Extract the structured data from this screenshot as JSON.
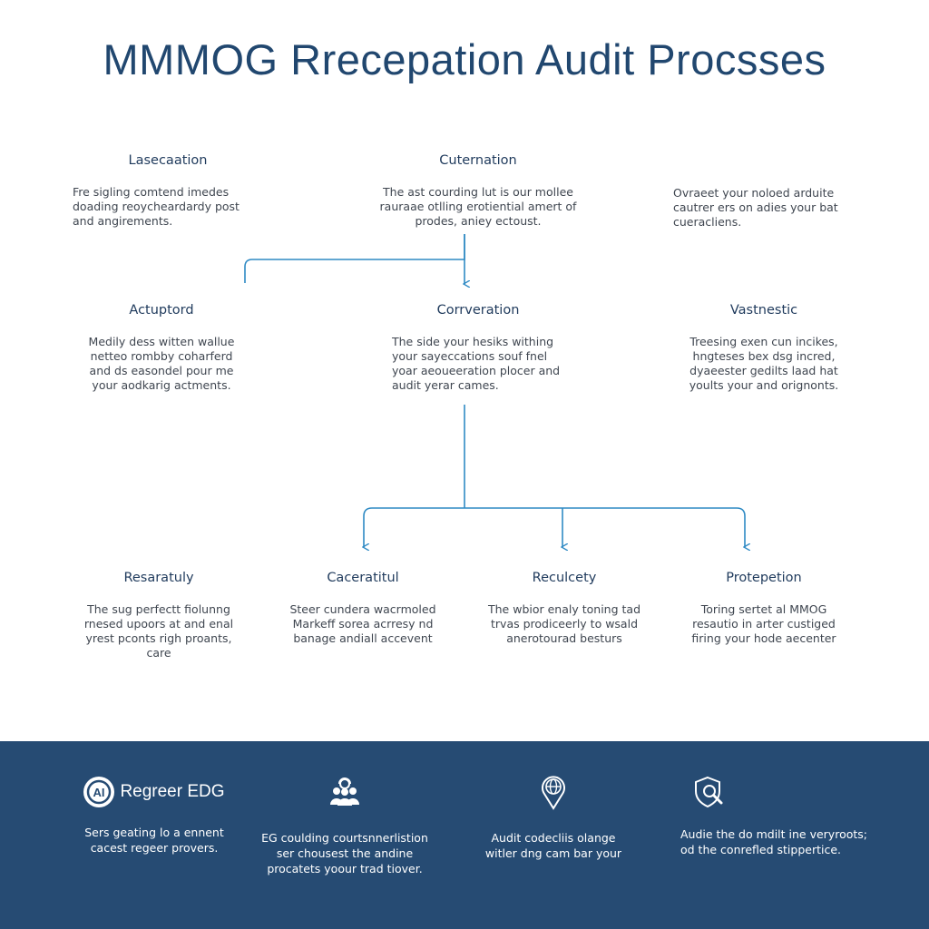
{
  "title": "MMMOG Rrecepation Audit Procsses",
  "nodes": {
    "n1": {
      "title": "Lasecaation",
      "lines": [
        "Fre sigling comtend imedes",
        "doading reoycheardardy post",
        "and angirements."
      ]
    },
    "n2": {
      "title": "Cuternation",
      "lines": [
        "The ast courding lut is our mollee",
        "rauraae otlling erotiential amert of",
        "prodes, aniey ectoust."
      ]
    },
    "n3": {
      "title": "",
      "lines": [
        "Ovraeet your noloed arduite",
        "cautrer ers on adies your bat",
        "cueracliens."
      ]
    },
    "n4": {
      "title": "Actuptord",
      "lines": [
        "Medily dess witten wallue",
        "netteo rombby coharferd",
        "and ds easondel pour me",
        "your aodkarig actments."
      ]
    },
    "n5": {
      "title": "Corrveration",
      "lines": [
        "The side your hesiks withing",
        "your sayeccations souf fnel",
        "yoar aeoueeration plocer and",
        "audit yerar cames."
      ]
    },
    "n6": {
      "title": "Vastnestic",
      "lines": [
        "Treesing exen cun incikes,",
        "hngteses bex dsg incred,",
        "dyaeester gedilts laad hat",
        "yoults your and orignonts."
      ]
    },
    "n7": {
      "title": "Resaratuly",
      "lines": [
        "The sug perfectt fiolunng",
        "rnesed upoors at and enal",
        "yrest pconts righ proants,",
        "care"
      ]
    },
    "n8": {
      "title": "Caceratitul",
      "lines": [
        "Steer cundera wacrmoled",
        "Markeff sorea acrresy nd",
        "banage andiall accevent"
      ]
    },
    "n9": {
      "title": "Reculcety",
      "lines": [
        "The wbior enaly toning tad",
        "trvas prodiceerly to wsald",
        "anerotourad besturs"
      ]
    },
    "n10": {
      "title": "Protepetion",
      "lines": [
        "Toring sertet al MMOG",
        "resautio in arter custiged",
        "firing your hode aecenter"
      ]
    }
  },
  "footer": {
    "brand": {
      "name": "Regreer EDG",
      "logo_text": "AI",
      "icon": "brand-logo-icon"
    },
    "items": [
      {
        "icon": "",
        "lines": [
          "Sers geating lo a ennent",
          "cacest regeer provers."
        ]
      },
      {
        "icon": "team-icon",
        "lines": [
          "EG coulding courtsnnerlistion",
          "ser chousest the andine",
          "procatets yoour trad tiover."
        ]
      },
      {
        "icon": "globe-pin-icon",
        "lines": [
          "Audit codecliis olange",
          "witler dng cam bar your"
        ]
      },
      {
        "icon": "shield-search-icon",
        "lines": [
          "Audie the do mdilt ine veryroots;",
          "od the conrefled stippertice."
        ]
      }
    ]
  },
  "colors": {
    "title": "#21476f",
    "connector": "#2f8ac4",
    "footer_bg": "#264b73",
    "text": "#3f4650"
  }
}
